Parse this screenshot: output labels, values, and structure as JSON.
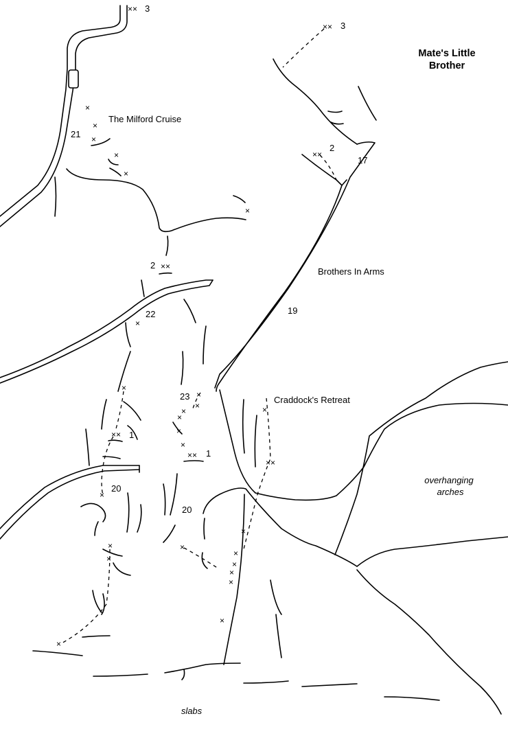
{
  "title": {
    "line1": "Mate's Little",
    "line2": "Brother"
  },
  "routes": [
    {
      "name": "The Milford Cruise"
    },
    {
      "name": "Brothers In Arms"
    },
    {
      "name": "Craddock's Retreat"
    }
  ],
  "numbers": {
    "top_left_3": "3",
    "top_right_3": "3",
    "right_2": "2",
    "n17": "17",
    "n21": "21",
    "n2_mid": "2",
    "n19": "19",
    "n22": "22",
    "n23": "23",
    "n1_left": "1",
    "n1_mid": "1",
    "n20_left": "20",
    "n20_mid": "20"
  },
  "areas": {
    "overhanging_line1": "overhanging",
    "overhanging_line2": "arches",
    "slabs": "slabs"
  },
  "symbols": {
    "single": "×",
    "double": "××"
  }
}
